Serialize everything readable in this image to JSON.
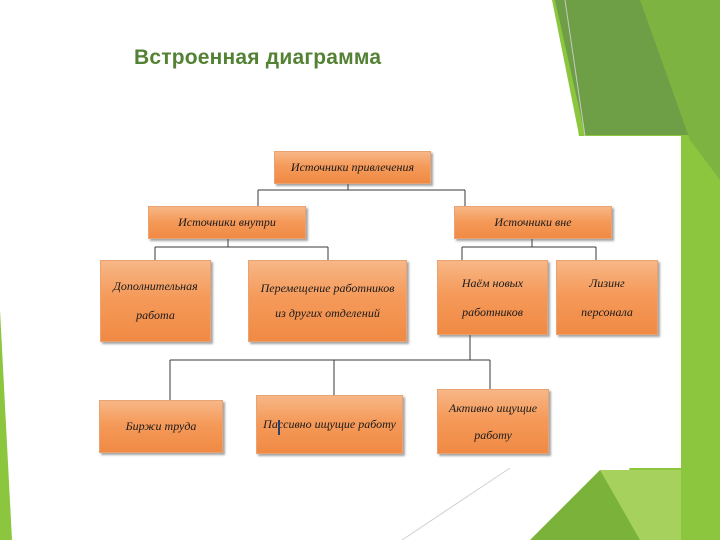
{
  "slide": {
    "title": "Встроенная диаграмма"
  },
  "diagram": {
    "root": "Источники привлечения",
    "level1": {
      "internal": "Источники внутри",
      "external": "Источники вне"
    },
    "level2": {
      "additional_work": "Дополнительная работа",
      "transfer": "Перемещение работников из других отделений",
      "hiring": "Наём новых работников",
      "leasing": "Лизинг персонала"
    },
    "level3": {
      "labor_exchange": "Биржи труда",
      "passive_seekers": "Пассивно ищущие работу",
      "active_seekers": "Активно ищущие работу"
    }
  },
  "colors": {
    "title": "#548235",
    "node_fill": "#f59a5a",
    "deco_green_light": "#8cc63f",
    "deco_green_dark": "#6a9a3c"
  }
}
